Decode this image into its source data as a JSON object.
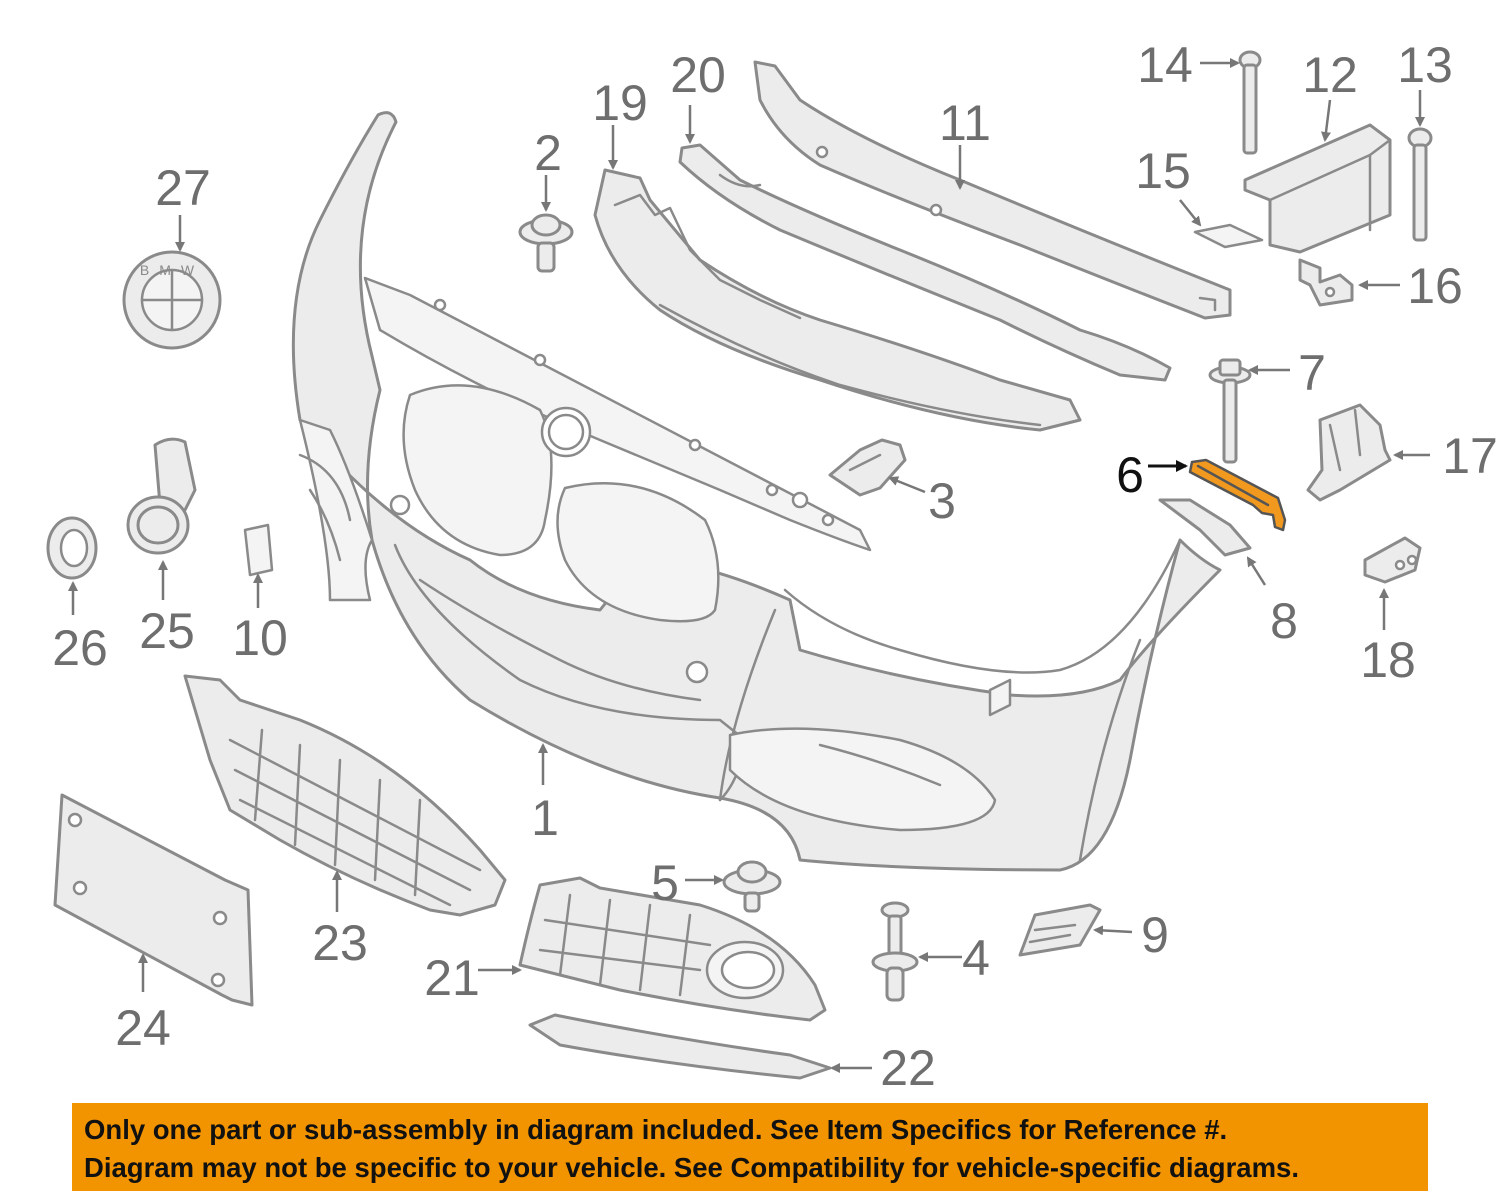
{
  "diagram": {
    "callouts": [
      "1",
      "2",
      "3",
      "4",
      "5",
      "6",
      "7",
      "8",
      "9",
      "10",
      "11",
      "12",
      "13",
      "14",
      "15",
      "16",
      "17",
      "18",
      "19",
      "20",
      "21",
      "22",
      "23",
      "24",
      "25",
      "26",
      "27"
    ],
    "highlighted_part": "6",
    "highlight_color": "#f0991e",
    "emblem_letters": "BMW"
  },
  "notice": {
    "line1": "Only one part or sub-assembly in diagram included. See Item Specifics for Reference #.",
    "line2": "Diagram may not be specific to your vehicle. See Compatibility for vehicle-specific diagrams.",
    "background": "#f29300"
  }
}
